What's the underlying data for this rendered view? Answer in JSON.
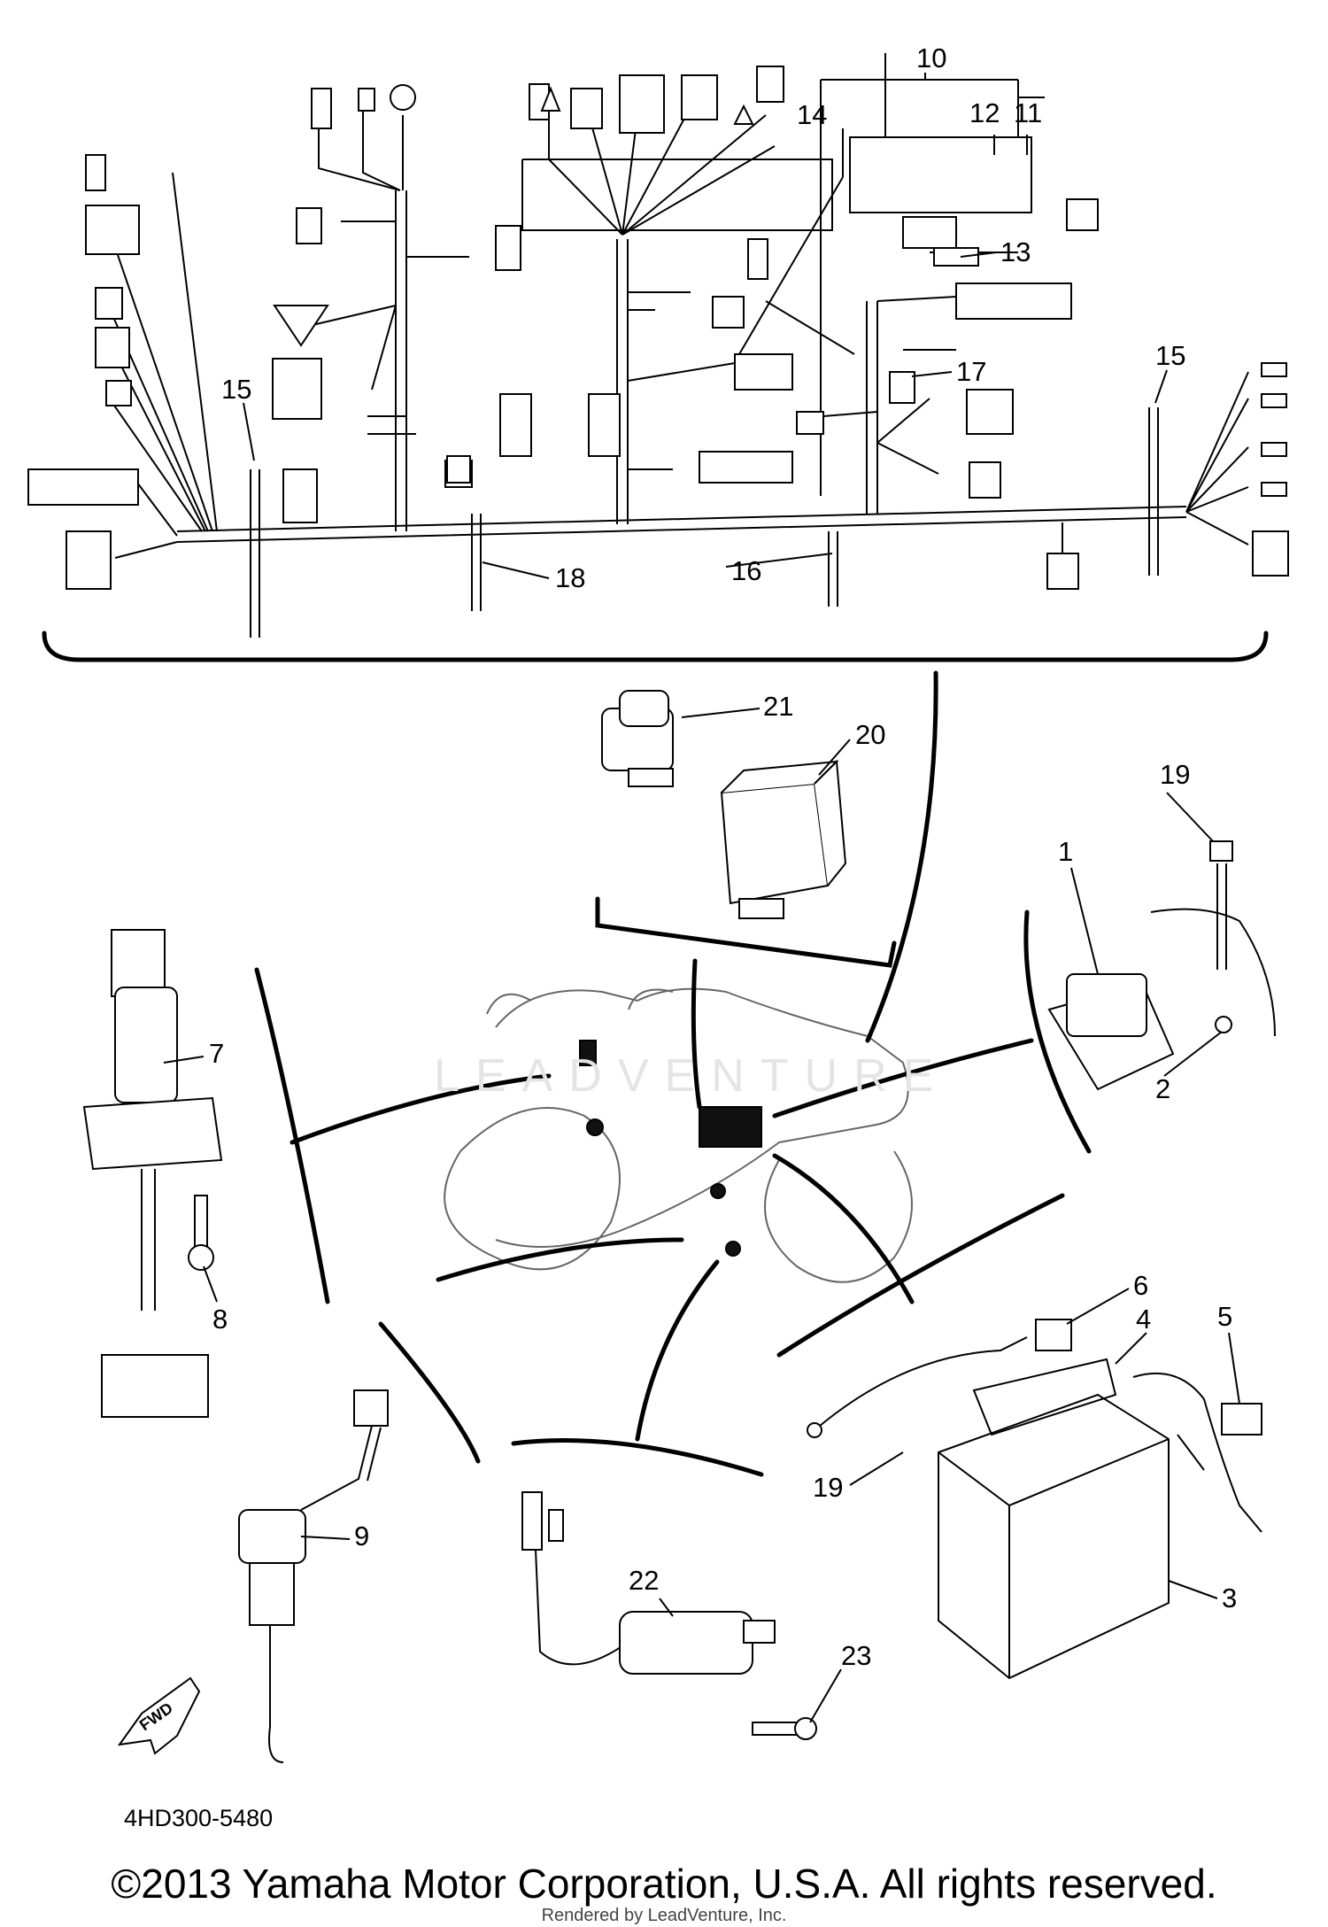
{
  "watermark": "LEADVENTURE",
  "diagram": {
    "catalog_code": "4HD300-5480",
    "copyright": "©2013 Yamaha Motor Corporation, U.S.A. All rights reserved.",
    "rendered_by": "Rendered by LeadVenture, Inc.",
    "direction_arrow": "FWD",
    "callouts": [
      {
        "label": "10"
      },
      {
        "label": "14"
      },
      {
        "label": "12"
      },
      {
        "label": "11"
      },
      {
        "label": "13"
      },
      {
        "label": "15"
      },
      {
        "label": "17"
      },
      {
        "label": "15"
      },
      {
        "label": "18"
      },
      {
        "label": "16"
      },
      {
        "label": "21"
      },
      {
        "label": "20"
      },
      {
        "label": "19"
      },
      {
        "label": "1"
      },
      {
        "label": "2"
      },
      {
        "label": "7"
      },
      {
        "label": "8"
      },
      {
        "label": "6"
      },
      {
        "label": "4"
      },
      {
        "label": "5"
      },
      {
        "label": "19"
      },
      {
        "label": "3"
      },
      {
        "label": "9"
      },
      {
        "label": "22"
      },
      {
        "label": "23"
      }
    ]
  },
  "colors": {
    "ink": "#000000",
    "watermark": "#e4e4e4",
    "background": "#ffffff"
  }
}
